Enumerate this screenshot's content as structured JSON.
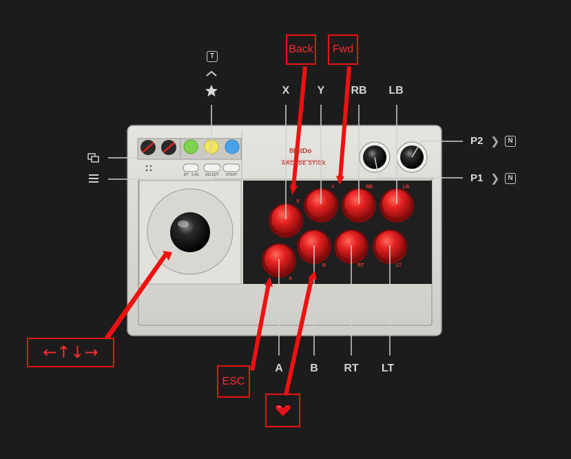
{
  "device": {
    "brand": "8BitDo",
    "model": "ARCADE STICK",
    "top_labels": [
      "X",
      "Y",
      "RB",
      "LB"
    ],
    "bottom_labels": [
      "A",
      "B",
      "RT",
      "LT"
    ],
    "button_letters_top": [
      "X",
      "Y",
      "RB",
      "LB"
    ],
    "button_letters_bottom": [
      "A",
      "B",
      "RT",
      "LT"
    ],
    "small_buttons": [
      "BT",
      "2.4G",
      "SELECT",
      "START"
    ],
    "colors": {
      "body": "#dad8d2",
      "panel": "#1e1e1e",
      "button": "#d81f1f",
      "wire": "#cfcfcf",
      "annotation": "#e11111"
    }
  },
  "side_controls": {
    "p2": {
      "label": "P2",
      "key": "N"
    },
    "p1": {
      "label": "P1",
      "key": "N"
    },
    "left_icons": [
      "copy-windows-icon",
      "hamburger-menu-icon"
    ]
  },
  "top_cluster": {
    "key": "T",
    "icons": [
      "chevron-up-icon",
      "star-icon"
    ]
  },
  "annotations": {
    "back": "Back",
    "fwd": "Fwd",
    "esc": "ESC",
    "arrows": "←↑↓→",
    "heart": "heart-icon"
  }
}
